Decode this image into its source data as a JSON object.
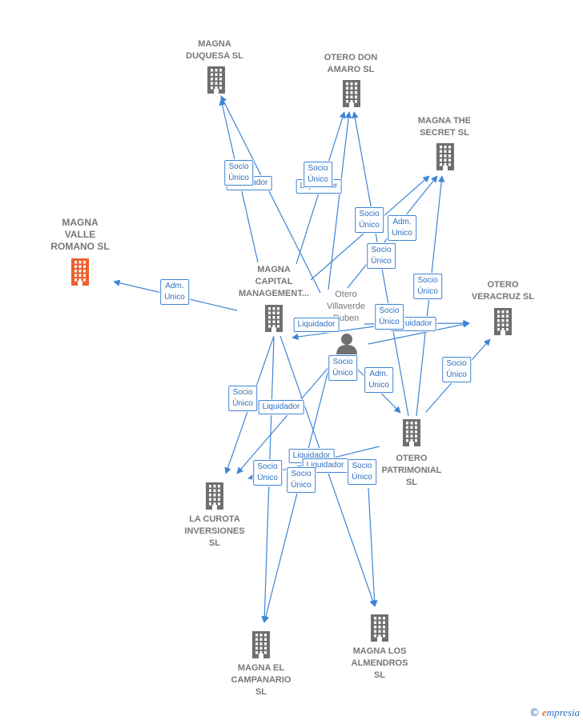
{
  "colors": {
    "edge": "#3f85d6",
    "building": "#6f6f6f",
    "highlight": "#f0602e",
    "label": "#777777"
  },
  "nodes": [
    {
      "id": "duquesa",
      "label": "MAGNA\nDUQUESA  SL",
      "icon": "building-icon"
    },
    {
      "id": "otero_don_amaro",
      "label": "OTERO DON\nAMARO  SL",
      "icon": "building-icon"
    },
    {
      "id": "the_secret",
      "label": "MAGNA THE\nSECRET  SL",
      "icon": "building-icon"
    },
    {
      "id": "valle_romano",
      "label": "MAGNA\nVALLE\nROMANO  SL",
      "icon": "building-icon",
      "highlight": true
    },
    {
      "id": "capital",
      "label": "MAGNA\nCAPITAL\nMANAGEMENT...",
      "icon": "building-icon"
    },
    {
      "id": "otero_ruben",
      "label": "Otero\nVillaverde\nRuben",
      "icon": "person-icon"
    },
    {
      "id": "veracruz",
      "label": "OTERO\nVERACRUZ  SL",
      "icon": "building-icon"
    },
    {
      "id": "patrimonial",
      "label": "OTERO\nPATRIMONIAL\nSL",
      "icon": "building-icon"
    },
    {
      "id": "curota",
      "label": "LA CUROTA\nINVERSIONES\nSL",
      "icon": "building-icon"
    },
    {
      "id": "campanario",
      "label": "MAGNA EL\nCAMPANARIO\nSL",
      "icon": "building-icon"
    },
    {
      "id": "almendros",
      "label": "MAGNA LOS\nALMENDROS\nSL",
      "icon": "building-icon"
    }
  ],
  "edge_labels": [
    {
      "text": "Liquidador"
    },
    {
      "text": "Socio\nÚnico"
    },
    {
      "text": "Liquidador"
    },
    {
      "text": "Socio\nÚnico"
    },
    {
      "text": "Socio\nÚnico"
    },
    {
      "text": "Adm.\nUnico"
    },
    {
      "text": "Socio\nÚnico"
    },
    {
      "text": "Adm.\nUnico"
    },
    {
      "text": "Socio\nÚnico"
    },
    {
      "text": "Liquidador"
    },
    {
      "text": "Socio\nÚnico"
    },
    {
      "text": "Liquidador"
    },
    {
      "text": "Socio\nÚnico"
    },
    {
      "text": "Socio\nÚnico"
    },
    {
      "text": "Adm.\nUnico"
    },
    {
      "text": "Liquidador"
    },
    {
      "text": "Socio\nÚnico"
    },
    {
      "text": "Liquidador"
    },
    {
      "text": "Socio\nÚnico"
    },
    {
      "text": "Liquidador"
    },
    {
      "text": "Socio\nÚnico"
    },
    {
      "text": "Socio\nÚnico"
    }
  ],
  "footer": {
    "copyright": "©",
    "brand_initial": "e",
    "brand_rest": "mpresia"
  }
}
